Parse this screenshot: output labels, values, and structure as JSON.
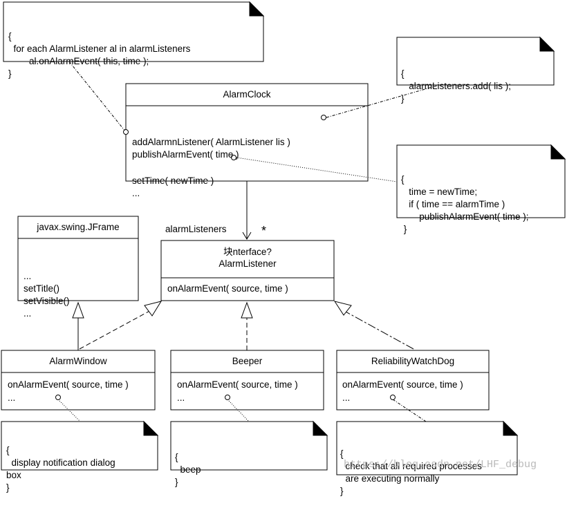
{
  "notes": {
    "publish_impl": [
      "{",
      "  for each AlarmListener al in alarmListeners",
      "        al.onAlarmEvent( this, time );",
      "}"
    ],
    "add_impl": [
      "{",
      "   alarmListeners.add( lis );",
      "}"
    ],
    "settime_impl": [
      "{",
      "   time = newTime;",
      "   if ( time == alarmTime )",
      "       publishAlarmEvent( time );",
      " }"
    ],
    "window_impl": [
      "{",
      "  display notification dialog",
      "box",
      "}"
    ],
    "beeper_impl": [
      "{",
      "  beep",
      "}"
    ],
    "watchdog_impl": [
      "{",
      "  check that all required processes",
      "  are executing normally",
      "}"
    ]
  },
  "classes": {
    "alarm_clock": {
      "name": "AlarmClock",
      "ops_a": [
        "addAlarmnListener( AlarmListener lis )",
        "publishAlarmEvent( time )"
      ],
      "ops_b": [
        "setTime( newTime )",
        "..."
      ]
    },
    "jframe": {
      "name": "javax.swing.JFrame",
      "ops": [
        "...",
        "setTitle()",
        "setVisible()",
        "..."
      ]
    },
    "alarm_listener": {
      "stereotype": "块nterface?",
      "name": "AlarmListener",
      "op": "onAlarmEvent( source, time )"
    },
    "alarm_window": {
      "name": "AlarmWindow",
      "op": "onAlarmEvent( source, time )",
      "more": "..."
    },
    "beeper": {
      "name": "Beeper",
      "op": "onAlarmEvent( source, time )",
      "more": "..."
    },
    "watchdog": {
      "name": "ReliabilityWatchDog",
      "op": "onAlarmEvent( source, time )",
      "more": "..."
    }
  },
  "association": {
    "role": "alarmListeners",
    "multiplicity": "*"
  },
  "watermark": "https://blog.csdn.net/LHF_debug"
}
